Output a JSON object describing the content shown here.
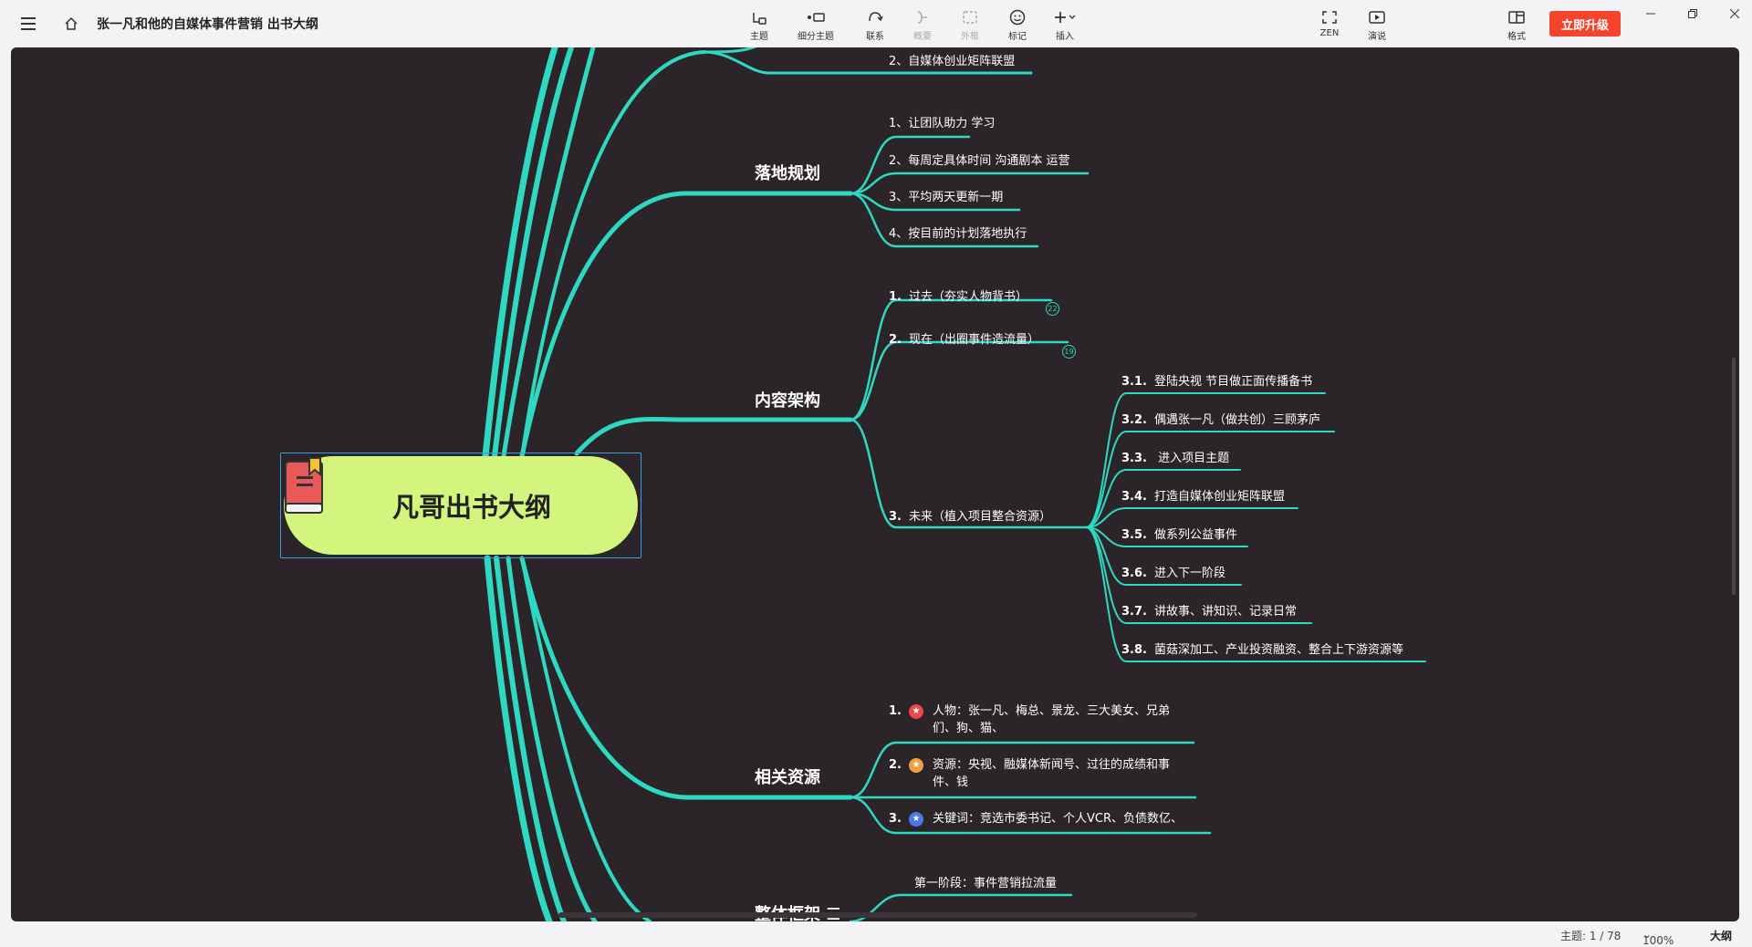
{
  "header": {
    "doc_title": "张一凡和他的自媒体事件营销 出书大纲",
    "tools": [
      {
        "label": "主题",
        "icon": "topic-icon"
      },
      {
        "label": "细分主题",
        "icon": "subtopic-icon"
      },
      {
        "label": "联系",
        "icon": "relation-icon"
      },
      {
        "label": "概要",
        "icon": "summary-icon"
      },
      {
        "label": "外框",
        "icon": "boundary-icon"
      },
      {
        "label": "标记",
        "icon": "marker-icon"
      },
      {
        "label": "插入",
        "icon": "insert-icon"
      },
      {
        "label": "ZEN",
        "icon": "zen-icon"
      },
      {
        "label": "演说",
        "icon": "present-icon"
      },
      {
        "label": "格式",
        "icon": "format-icon"
      }
    ],
    "upgrade_label": "立即升级"
  },
  "mindmap": {
    "root": "凡哥出书大纲",
    "top_partial": "2、自媒体创业矩阵联盟",
    "branches": [
      {
        "title": "落地规划",
        "children": [
          "1、让团队助力   学习",
          "2、每周定具体时间 沟通剧本 运营",
          "3、平均两天更新一期",
          "4、按目前的计划落地执行"
        ]
      },
      {
        "title": "内容架构",
        "children": [
          {
            "num": "1.",
            "text": "过去（夯实人物背书）",
            "count": "22"
          },
          {
            "num": "2.",
            "text": "现在（出圈事件造流量）",
            "count": "19"
          },
          {
            "num": "3.",
            "text": "未来（植入项目整合资源）"
          }
        ],
        "future_children": [
          {
            "num": "3.1.",
            "text": "登陆央视 节目做正面传播备书"
          },
          {
            "num": "3.2.",
            "text": "偶遇张一凡（做共创）三顾茅庐"
          },
          {
            "num": "3.3.",
            "text": " 进入项目主题"
          },
          {
            "num": "3.4.",
            "text": "打造自媒体创业矩阵联盟"
          },
          {
            "num": "3.5.",
            "text": "做系列公益事件"
          },
          {
            "num": "3.6.",
            "text": "进入下一阶段"
          },
          {
            "num": "3.7.",
            "text": "讲故事、讲知识、记录日常"
          },
          {
            "num": "3.8.",
            "text": "菌菇深加工、产业投资融资、整合上下游资源等"
          }
        ]
      },
      {
        "title": "相关资源",
        "children": [
          {
            "num": "1.",
            "line1": "人物：张一凡、梅总、景龙、三大美女、兄弟",
            "line2": "们、狗、猫、",
            "marker_color": "#e84a4a"
          },
          {
            "num": "2.",
            "line1": "资源：央视、融媒体新闻号、过往的成绩和事",
            "line2": "件、钱",
            "marker_color": "#f0a040"
          },
          {
            "num": "3.",
            "line1": "关键词：竞选市委书记、个人VCR、负债数亿、",
            "line2": "",
            "marker_color": "#4a78e8"
          }
        ]
      },
      {
        "title": "整体框架",
        "children": [
          "第一阶段：事件营销拉流量"
        ]
      }
    ]
  },
  "status": {
    "topic_count": "主题: 1 / 78",
    "zoom": "100%",
    "outline": "大纲"
  },
  "colors": {
    "accent": "#2fd8c1",
    "canvas": "#2b2529",
    "root_fill": "#d3f57d",
    "upgrade": "#f4442e"
  }
}
